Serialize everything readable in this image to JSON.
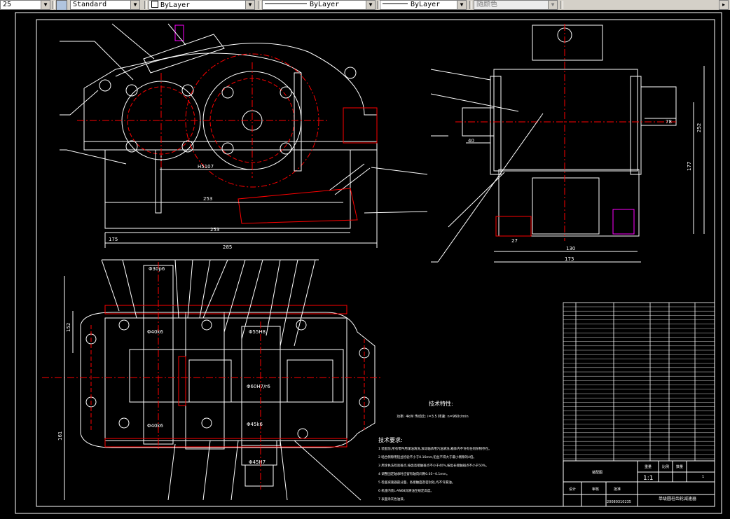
{
  "toolbar": {
    "layer_value": "25",
    "text_style_value": "Standard",
    "color_value": "ByLayer",
    "linetype_value": "ByLayer",
    "lineweight_value": "ByLayer",
    "plotstyle_value": "随颜色"
  },
  "drawing": {
    "dim_center_distance": "H5107",
    "dim_253_top": "253",
    "dim_253_bottom": "253",
    "dim_175": "175",
    "dim_285": "285",
    "dim_side_40": "40",
    "dim_side_78": "78",
    "dim_side_252": "252",
    "dim_side_177": "177",
    "dim_side_27": "27",
    "dim_side_130": "130",
    "dim_side_173": "173",
    "dim_phi30": "Φ30p6",
    "dim_phi40_top": "Φ40k6",
    "dim_phi40_bottom": "Φ40k6",
    "dim_phi55": "Φ55H8",
    "dim_phi60": "Φ60H7/r6",
    "dim_phi45": "Φ45k6",
    "dim_phi45_h7": "Φ45H7",
    "dim_plan_left": "152",
    "dim_plan_left2": "161",
    "tech_features_title": "技术特性:",
    "tech_features_text": "功率: 4kW  传动比: i=3.5  转速: n=960r/min",
    "tech_req_title": "技术要求:",
    "tech_req_items": [
      "1 装配前,所有零件用煤油清洗,滚动轴承用汽油清洗,箱体内不许有任何杂物存在。",
      "2 啮合侧隙用铅丝检验不小于0.16mm,铅丝不得大于最小侧隙的4倍。",
      "3 用涂色法检验斑点,按齿高接触斑点不小于40%,按齿长接触斑点不小于50%。",
      "4 调整固定轴承时应留有轴向间隙0.05~0.1mm。",
      "5 检查减速器剖分面、各接触面及密封处,均不许漏油。",
      "6 机座内装L-AN68润滑油至规定高度。",
      "7 表面涂灰色油漆。"
    ]
  },
  "title_block": {
    "scale": "1:1",
    "drawing_no": "20080310235",
    "title": "单级圆柱齿轮减速器",
    "sheet": "1",
    "label_assembly": "装配图",
    "label_design": "设计",
    "label_check": "审核",
    "label_approve": "批准",
    "label_weight": "重量",
    "label_ratio": "比例",
    "label_qty": "数量"
  },
  "colors": {
    "background": "#000000",
    "outline": "#ffffff",
    "center_line": "#ff0000",
    "hatch": "#ff0000",
    "highlight": "#ff00ff"
  }
}
